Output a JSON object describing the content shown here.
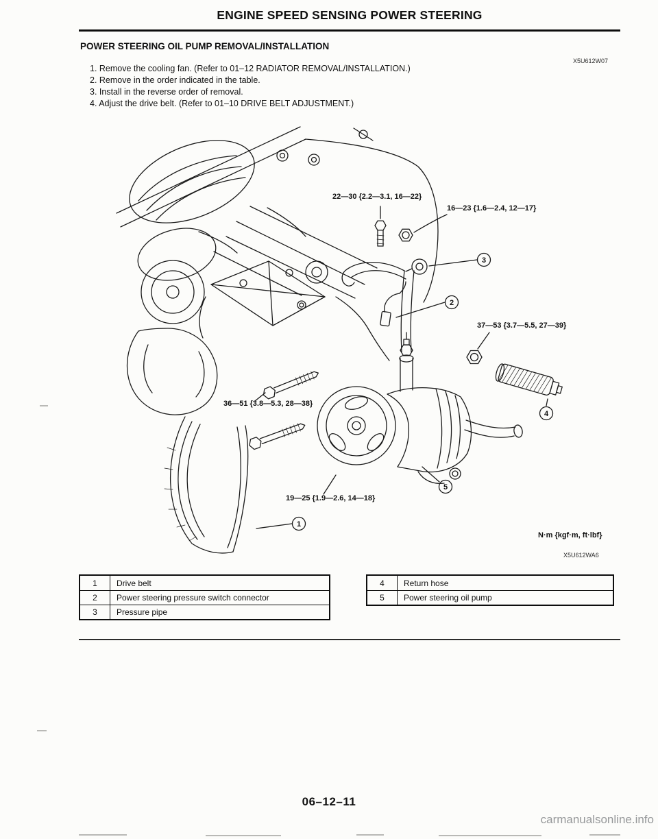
{
  "page": {
    "header": "ENGINE SPEED SENSING POWER STEERING",
    "section_title": "POWER STEERING OIL PUMP REMOVAL/INSTALLATION",
    "figure_code_top": "X5U612W07",
    "page_number": "06–12–11",
    "watermark": "carmanualsonline.info"
  },
  "steps": [
    "1. Remove the cooling fan. (Refer to 01–12 RADIATOR REMOVAL/INSTALLATION.)",
    "2. Remove in the order indicated in the table.",
    "3. Install in the reverse order of removal.",
    "4. Adjust the drive belt. (Refer to 01–10 DRIVE BELT ADJUSTMENT.)"
  ],
  "diagram": {
    "torque_labels": {
      "t1": "22—30 {2.2—3.1, 16—22}",
      "t2": "16—23 {1.6—2.4, 12—17}",
      "t3": "37—53 {3.7—5.5, 27—39}",
      "t4": "36—51 {3.8—5.3, 28—38}",
      "t5": "19—25 {1.9—2.6, 14—18}"
    },
    "balloons": {
      "b1": "1",
      "b2": "2",
      "b3": "3",
      "b4": "4",
      "b5": "5"
    },
    "units_note": "N·m {kgf·m, ft·lbf}",
    "figure_code": "X5U612WA6"
  },
  "parts_tables": {
    "left": [
      {
        "num": "1",
        "name": "Drive belt"
      },
      {
        "num": "2",
        "name": "Power steering pressure switch connector"
      },
      {
        "num": "3",
        "name": "Pressure pipe"
      }
    ],
    "right": [
      {
        "num": "4",
        "name": "Return hose"
      },
      {
        "num": "5",
        "name": "Power steering oil pump"
      }
    ]
  },
  "colors": {
    "ink": "#1a1a1a",
    "paper": "#fcfcfa"
  }
}
